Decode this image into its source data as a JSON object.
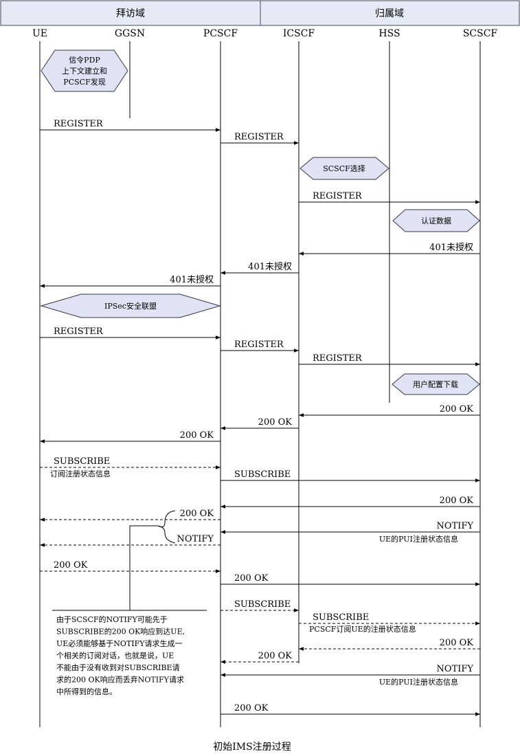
{
  "domains": [
    {
      "label": "拜访域"
    },
    {
      "label": "归属域"
    }
  ],
  "participants": [
    "UE",
    "GGSN",
    "PCSCF",
    "ICSCF",
    "HSS",
    "SCSCF"
  ],
  "hexagons": [
    {
      "id": "pdp",
      "lines": [
        "信令PDP",
        "上下文建立和",
        "PCSCF发现"
      ]
    },
    {
      "id": "scscf-select",
      "lines": [
        "SCSCF选择"
      ]
    },
    {
      "id": "auth-data",
      "lines": [
        "认证数据"
      ]
    },
    {
      "id": "ipsec",
      "lines": [
        "IPSec安全联盟"
      ]
    },
    {
      "id": "profile",
      "lines": [
        "用户配置下载"
      ]
    }
  ],
  "messages": [
    {
      "label": "REGISTER",
      "from": "UE",
      "to": "PCSCF",
      "dashed": false,
      "sublabel": ""
    },
    {
      "label": "REGISTER",
      "from": "PCSCF",
      "to": "ICSCF",
      "dashed": false,
      "sublabel": ""
    },
    {
      "label": "REGISTER",
      "from": "ICSCF",
      "to": "SCSCF",
      "dashed": false,
      "sublabel": ""
    },
    {
      "label": "401未授权",
      "from": "SCSCF",
      "to": "ICSCF",
      "dashed": false,
      "sublabel": ""
    },
    {
      "label": "401未授权",
      "from": "ICSCF",
      "to": "PCSCF",
      "dashed": false,
      "sublabel": ""
    },
    {
      "label": "401未授权",
      "from": "PCSCF",
      "to": "UE",
      "dashed": false,
      "sublabel": ""
    },
    {
      "label": "REGISTER",
      "from": "UE",
      "to": "PCSCF",
      "dashed": false,
      "sublabel": ""
    },
    {
      "label": "REGISTER",
      "from": "PCSCF",
      "to": "ICSCF",
      "dashed": false,
      "sublabel": ""
    },
    {
      "label": "REGISTER",
      "from": "ICSCF",
      "to": "SCSCF",
      "dashed": false,
      "sublabel": ""
    },
    {
      "label": "200 OK",
      "from": "SCSCF",
      "to": "ICSCF",
      "dashed": false,
      "sublabel": ""
    },
    {
      "label": "200 OK",
      "from": "ICSCF",
      "to": "PCSCF",
      "dashed": false,
      "sublabel": ""
    },
    {
      "label": "200 OK",
      "from": "PCSCF",
      "to": "UE",
      "dashed": false,
      "sublabel": ""
    },
    {
      "label": "SUBSCRIBE",
      "from": "UE",
      "to": "PCSCF",
      "dashed": true,
      "sublabel": "订阅注册状态信息"
    },
    {
      "label": "SUBSCRIBE",
      "from": "PCSCF",
      "to": "SCSCF",
      "dashed": false,
      "sublabel": ""
    },
    {
      "label": "200 OK",
      "from": "SCSCF",
      "to": "PCSCF",
      "dashed": false,
      "sublabel": ""
    },
    {
      "label": "200 OK",
      "from": "PCSCF",
      "to": "UE",
      "dashed": true,
      "sublabel": ""
    },
    {
      "label": "NOTIFY",
      "from": "SCSCF",
      "to": "PCSCF",
      "dashed": false,
      "sublabel": "UE的PUI注册状态信息"
    },
    {
      "label": "NOTIFY",
      "from": "PCSCF",
      "to": "UE",
      "dashed": true,
      "sublabel": ""
    },
    {
      "label": "200 OK",
      "from": "UE",
      "to": "PCSCF",
      "dashed": true,
      "sublabel": ""
    },
    {
      "label": "200 OK",
      "from": "PCSCF",
      "to": "SCSCF",
      "dashed": false,
      "sublabel": ""
    },
    {
      "label": "SUBSCRIBE",
      "from": "PCSCF",
      "to": "ICSCF",
      "dashed": true,
      "sublabel": ""
    },
    {
      "label": "SUBSCRIBE",
      "from": "ICSCF",
      "to": "SCSCF",
      "dashed": true,
      "sublabel": "PCSCF订阅UE的注册状态信息"
    },
    {
      "label": "200 OK",
      "from": "SCSCF",
      "to": "ICSCF",
      "dashed": true,
      "sublabel": ""
    },
    {
      "label": "200 OK",
      "from": "ICSCF",
      "to": "PCSCF",
      "dashed": true,
      "sublabel": ""
    },
    {
      "label": "NOTIFY",
      "from": "SCSCF",
      "to": "PCSCF",
      "dashed": false,
      "sublabel": "UE的PUI注册状态信息"
    },
    {
      "label": "200 OK",
      "from": "PCSCF",
      "to": "SCSCF",
      "dashed": false,
      "sublabel": ""
    }
  ],
  "note": {
    "lines": [
      "由于SCSCF的NOTIFY可能先于",
      "SUBSCRIBE的200 OK响应到达UE,",
      "UE必须能够基于NOTIFY请求生成一",
      "个相关的订阅对话，也就是说，UE",
      "不能由于没有收到对SUBSCRIBE请",
      "求的200 OK响应而丢弃NOTIFY请求",
      "中所得到的信息。"
    ]
  },
  "caption": "初始IMS注册过程"
}
